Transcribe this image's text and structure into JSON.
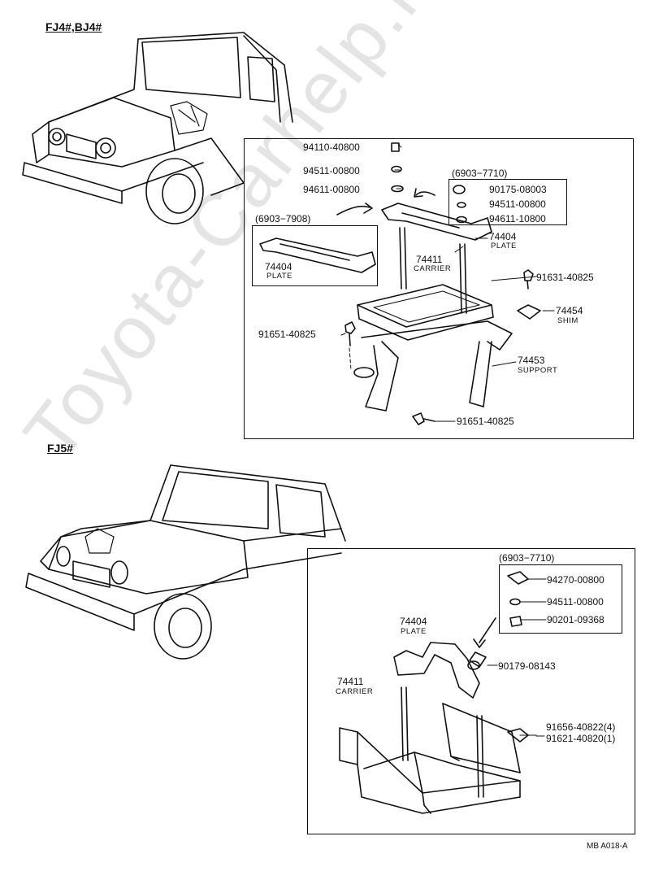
{
  "watermark": "Toyota-Carhelp.ru",
  "section1": {
    "title": "FJ4#,BJ4#",
    "variant_main": "(6903−7710)",
    "variant_alt": "(6903−7908)",
    "parts": {
      "p1": "94110-40800",
      "p2": "94511-00800",
      "p3": "94611-00800",
      "p4": "90175-08003",
      "p5": "94511-00800",
      "p6": "94611-10800",
      "plate_no": "74404",
      "plate_lbl": "PLATE",
      "alt_plate_no": "74404",
      "alt_plate_lbl": "PLATE",
      "carrier_no": "74411",
      "carrier_lbl": "CARRIER",
      "bolt1": "91631-40825",
      "shim_no": "74454",
      "shim_lbl": "SHIM",
      "bolt2": "91651-40825",
      "support_no": "74453",
      "support_lbl": "SUPPORT",
      "bolt3": "91651-40825"
    }
  },
  "section2": {
    "title": "FJ5#",
    "variant": "(6903−7710)",
    "parts": {
      "p1": "94270-00800",
      "p2": "94511-00800",
      "p3": "90201-09368",
      "plate_no": "74404",
      "plate_lbl": "PLATE",
      "nut": "90179-08143",
      "carrier_no": "74411",
      "carrier_lbl": "CARRIER",
      "bolt_a": "91656-40822(4)",
      "bolt_b": "91621-40820(1)"
    }
  },
  "footer_code": "MB A018-A"
}
